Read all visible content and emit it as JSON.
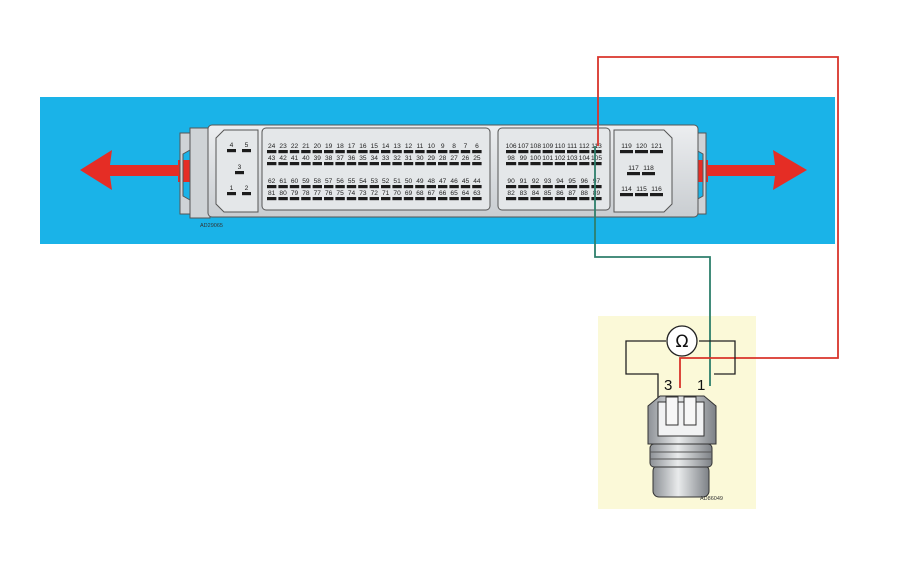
{
  "colors": {
    "band": "#1ab3e8",
    "arrow": "#e52d25",
    "wire_red": "#d9342b",
    "wire_green": "#2e7f6c",
    "sensor_panel": "#fbf9d8",
    "connector_body": "#dadde0"
  },
  "connector": {
    "code": "AD29065",
    "pins": {
      "left_small": [
        "4",
        "5",
        "3",
        "1",
        "2"
      ],
      "main_row1": [
        "24",
        "23",
        "22",
        "21",
        "20",
        "19",
        "18",
        "17",
        "16",
        "15",
        "14",
        "13",
        "12",
        "11",
        "10",
        "9",
        "8",
        "7",
        "6"
      ],
      "main_row2": [
        "43",
        "42",
        "41",
        "40",
        "39",
        "38",
        "37",
        "36",
        "35",
        "34",
        "33",
        "32",
        "31",
        "30",
        "29",
        "28",
        "27",
        "26",
        "25"
      ],
      "main_row3": [
        "62",
        "61",
        "60",
        "59",
        "58",
        "57",
        "56",
        "55",
        "54",
        "53",
        "52",
        "51",
        "50",
        "49",
        "48",
        "47",
        "46",
        "45",
        "44"
      ],
      "main_row4": [
        "81",
        "80",
        "79",
        "78",
        "77",
        "76",
        "75",
        "74",
        "73",
        "72",
        "71",
        "70",
        "69",
        "68",
        "67",
        "66",
        "65",
        "64",
        "63"
      ],
      "right_row1": [
        "106",
        "107",
        "108",
        "109",
        "110",
        "111",
        "112",
        "113"
      ],
      "right_row2": [
        "98",
        "99",
        "100",
        "101",
        "102",
        "103",
        "104",
        "105"
      ],
      "right_row3": [
        "90",
        "91",
        "92",
        "93",
        "94",
        "95",
        "96",
        "97"
      ],
      "right_row4": [
        "82",
        "83",
        "84",
        "85",
        "86",
        "87",
        "88",
        "89"
      ],
      "far_right_row1": [
        "119",
        "120",
        "121"
      ],
      "far_right_row2": [
        "117",
        "118"
      ],
      "far_right_row3": [
        "114",
        "115",
        "116"
      ]
    }
  },
  "sensor": {
    "code": "AD86049",
    "ohm_symbol": "Ω",
    "terminal_left": "3",
    "terminal_right": "1"
  }
}
